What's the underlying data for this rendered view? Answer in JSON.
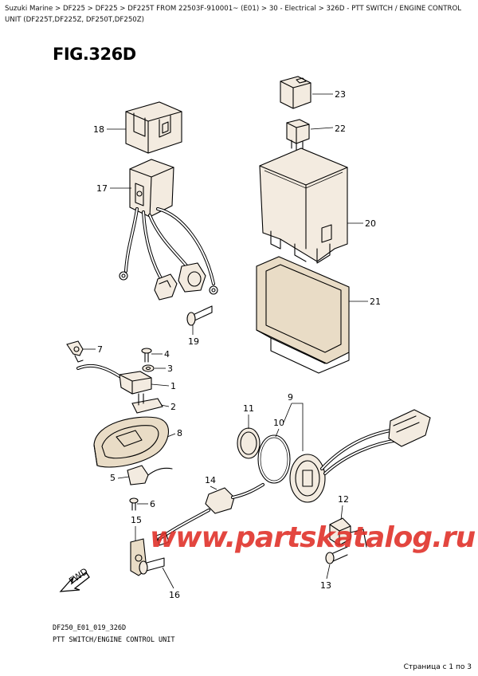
{
  "breadcrumb": "Suzuki Marine > DF225 > DF225 > DF225T FROM 22503F-910001~ (E01) > 30 - Electrical > 326D - PTT SWITCH / ENGINE CONTROL UNIT (DF225T,DF225Z, DF250T,DF250Z)",
  "figure_title": "FIG.326D",
  "callouts": {
    "n1": "1",
    "n2": "2",
    "n3": "3",
    "n4": "4",
    "n5": "5",
    "n6": "6",
    "n7": "7",
    "n8": "8",
    "n9": "9",
    "n10": "10",
    "n11": "11",
    "n12": "12",
    "n13": "13",
    "n14": "14",
    "n15": "15",
    "n16": "16",
    "n17": "17",
    "n18": "18",
    "n19": "19",
    "n20": "20",
    "n21": "21",
    "n22": "22",
    "n23": "23"
  },
  "fwd_label": "FWD",
  "watermark": "www.partskatalog.ru",
  "footer": {
    "code": "DF250_E01_019_326D",
    "title": "PTT SWITCH/ENGINE CONTROL UNIT",
    "page_info": "Страница с 1 по 3"
  }
}
